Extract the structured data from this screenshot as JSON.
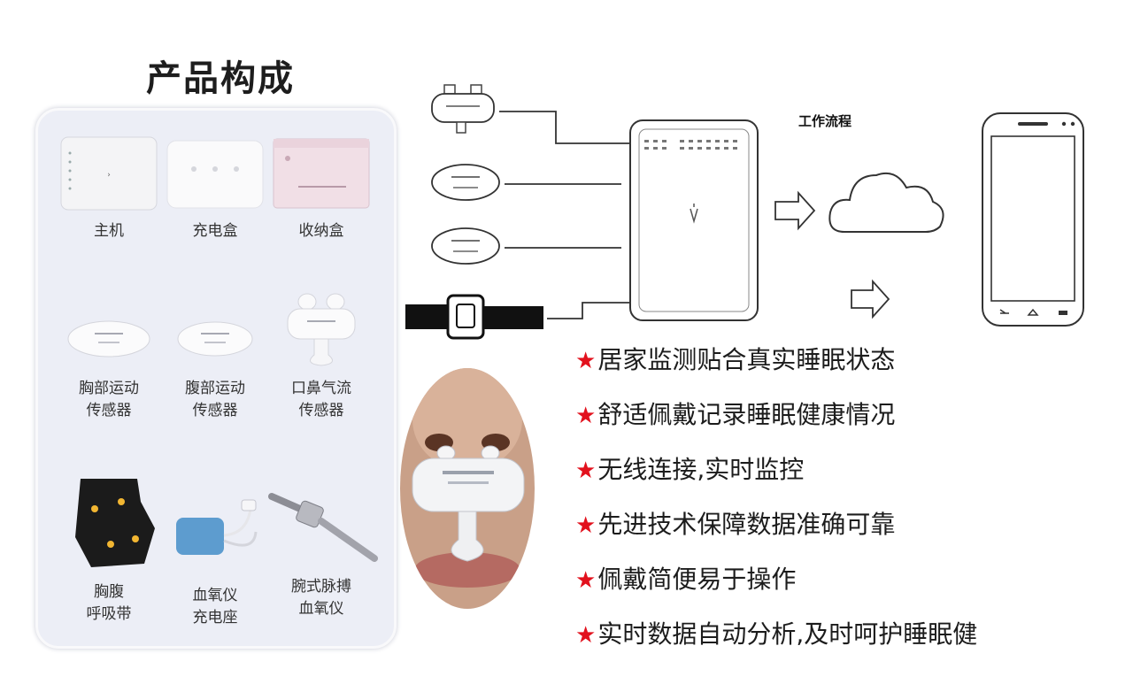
{
  "product_section": {
    "title": "产品构成",
    "items": [
      {
        "label": "主机"
      },
      {
        "label": "充电盒"
      },
      {
        "label": "收纳盒"
      },
      {
        "label": "胸部运动\n传感器"
      },
      {
        "label": "腹部运动\n传感器"
      },
      {
        "label": "口鼻气流\n传感器"
      },
      {
        "label": "胸腹\n呼吸带"
      },
      {
        "label": "血氧仪\n充电座"
      },
      {
        "label": "腕式脉搏\n血氧仪"
      }
    ]
  },
  "workflow": {
    "label": "工作流程"
  },
  "features": {
    "star": "★",
    "items": [
      "居家监测贴合真实睡眠状态",
      "舒适佩戴记录睡眠健康情况",
      "无线连接,实时监控",
      "先进技术保障数据准确可靠",
      "佩戴简便易于操作",
      "实时数据自动分析,及时呵护睡眠健"
    ]
  },
  "colors": {
    "star": "#e2111d",
    "panel_bg": "#eceef6",
    "device_white": "#f4f5f7",
    "strap_black": "#1b1b1b",
    "oximeter_blue": "#5d9ccf"
  },
  "icons": [
    "host-device-icon",
    "charging-box-icon",
    "storage-box-icon",
    "chest-sensor-icon",
    "abdomen-sensor-icon",
    "airflow-sensor-icon",
    "breathing-belt-icon",
    "oximeter-dock-icon",
    "wrist-oximeter-icon",
    "cloud-icon",
    "arrow-right-icon",
    "smartphone-icon",
    "hub-device-icon",
    "nose-photo"
  ]
}
